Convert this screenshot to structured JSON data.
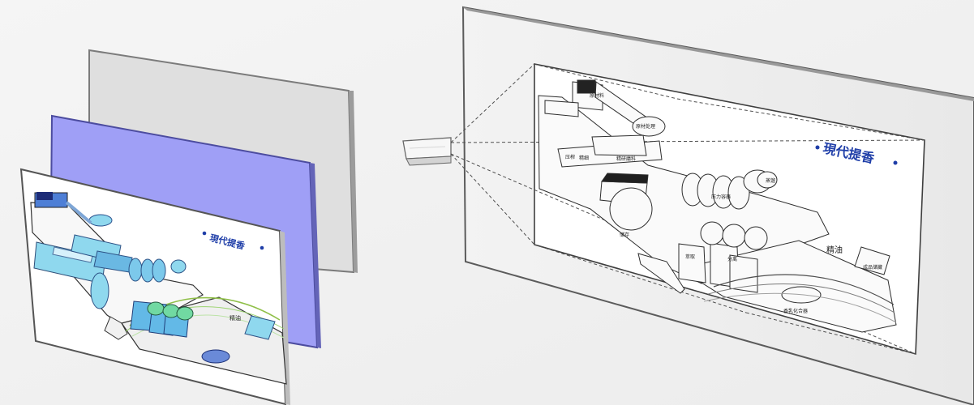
{
  "title_text": "現代提香",
  "refining_label": "精油",
  "left_labels": {
    "refining": "精油"
  },
  "right_labels": {
    "refining": "精油",
    "raw_material": "原材料",
    "raw_processing": "原材处理",
    "pressing": "压榨",
    "fine": "精细",
    "milling": "精研磨料",
    "distill": "蒸馏",
    "pressure_tank": "压力容器",
    "extract": "萃取",
    "separate": "分离",
    "emulsify": "香乳化合器",
    "storage": "储存",
    "oil_store": "成品储藏"
  },
  "colors": {
    "background": "#f1f1f1",
    "purple_layer": "#9f9ff6",
    "white_layer": "#e7e7e7",
    "diagram_accent": "#8fd8ee",
    "text_blue": "#1f3ea8"
  }
}
